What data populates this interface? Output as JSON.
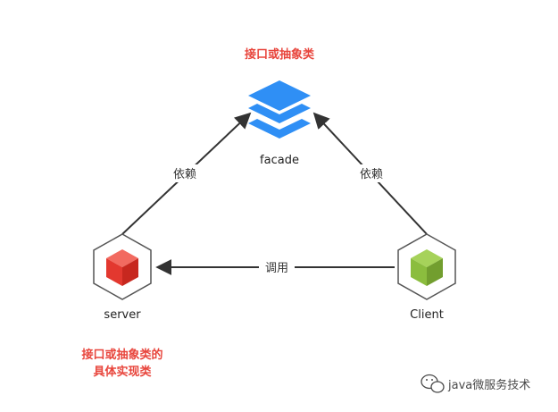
{
  "facade": {
    "annotation": "接口或抽象类",
    "label": "facade",
    "icon": "stacked-layers-icon",
    "color": "#2f8ff5"
  },
  "server": {
    "annotation_line1": "接口或抽象类的",
    "annotation_line2": "具体实现类",
    "label": "server",
    "icon": "cube-icon",
    "color": "#e3382f"
  },
  "client": {
    "label": "Client",
    "icon": "cube-icon",
    "color": "#8bbd3e"
  },
  "edges": {
    "server_to_facade": "依赖",
    "client_to_facade": "依赖",
    "client_to_server": "调用"
  },
  "watermark": {
    "text": "java微服务技术",
    "icon": "wechat-icon"
  },
  "colors": {
    "annotation": "#e8453c",
    "line": "#333333"
  }
}
